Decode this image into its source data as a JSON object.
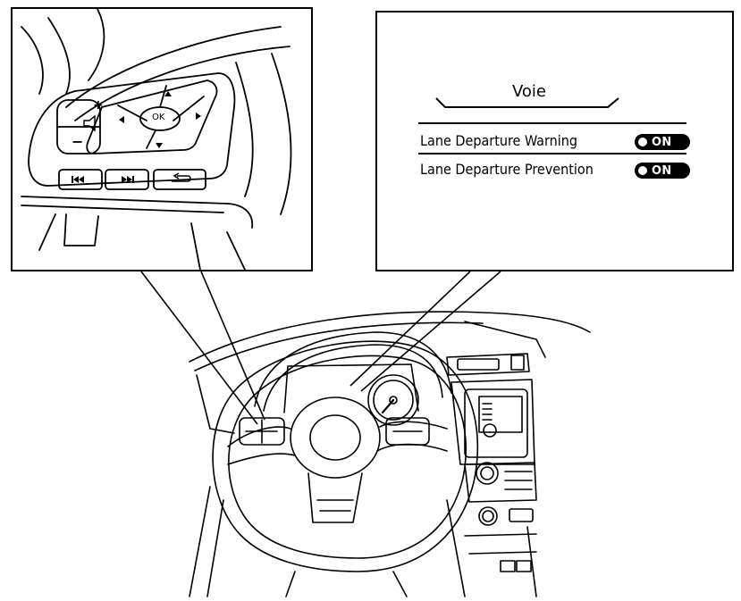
{
  "display_menu": {
    "title": "Voie",
    "items": [
      {
        "label": "Lane Departure Warning",
        "state": "ON"
      },
      {
        "label": "Lane Departure Prevention",
        "state": "ON"
      }
    ]
  },
  "switch_panel": {
    "ok_label": "OK"
  }
}
